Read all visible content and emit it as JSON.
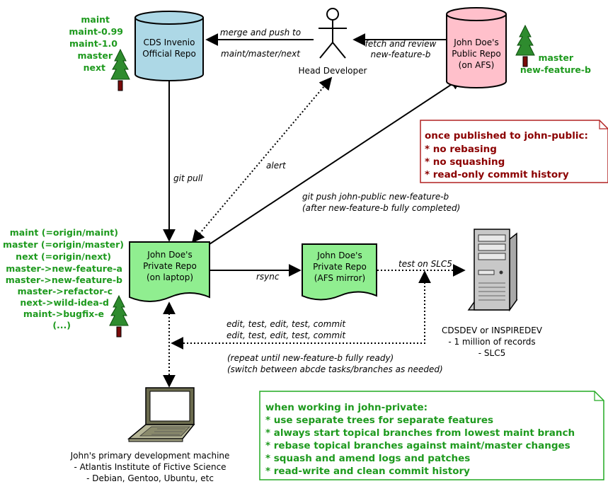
{
  "nodes": {
    "official_repo": {
      "line1": "CDS Invenio",
      "line2": "Official Repo"
    },
    "public_repo": {
      "line1": "John Doe's",
      "line2": "Public Repo",
      "line3": "(on AFS)"
    },
    "private_repo": {
      "line1": "John Doe's",
      "line2": "Private Repo",
      "line3": "(on laptop)"
    },
    "afs_mirror": {
      "line1": "John Doe's",
      "line2": "Private Repo",
      "line3": "(AFS mirror)"
    },
    "head_developer": {
      "label": "Head Developer"
    },
    "server": {
      "line1": "CDSDEV or INSPIREDEV",
      "line2": "- 1 million of records",
      "line3": "- SLC5"
    },
    "laptop": {
      "line1": "John's primary development machine",
      "line2": "- Atlantis Institute of Fictive Science",
      "line3": "- Debian, Gentoo, Ubuntu, etc"
    }
  },
  "branches": {
    "official": [
      "maint",
      "maint-0.99",
      "maint-1.0",
      "master",
      "next"
    ],
    "public": [
      "master",
      "new-feature-b"
    ],
    "private": [
      "maint (=origin/maint)",
      "master (=origin/master)",
      "next (=origin/next)",
      "master->new-feature-a",
      "master->new-feature-b",
      "master->refactor-c",
      "next->wild-idea-d",
      "maint->bugfix-e",
      "(...)"
    ]
  },
  "edges": {
    "merge_push": {
      "line1": "merge and push to",
      "line2": "maint/master/next"
    },
    "fetch_review": {
      "line1": "fetch and review",
      "line2": "new-feature-b"
    },
    "git_pull": "git pull",
    "alert": "alert",
    "git_push": {
      "line1": "git push john-public new-feature-b",
      "line2": "(after new-feature-b fully completed)"
    },
    "rsync": "rsync",
    "test_slc5": "test on SLC5",
    "edit_cycle": {
      "line1": "edit, test, edit, test, commit",
      "line2": "edit, test, edit, test, commit"
    },
    "repeat": {
      "line1": "(repeat until new-feature-b fully ready)",
      "line2": "(switch between abcde tasks/branches as needed)"
    }
  },
  "notes": {
    "public_rules": {
      "title": "once published to john-public:",
      "items": [
        "* no rebasing",
        "* no squashing",
        "* read-only commit history"
      ]
    },
    "private_rules": {
      "title": "when working in john-private:",
      "items": [
        "* use separate trees for separate features",
        "* always start topical branches from lowest maint branch",
        "* rebase topical branches against maint/master changes",
        "* squash and amend logs and patches",
        "* read-write and clean commit history"
      ]
    }
  },
  "colors": {
    "official_repo_fill": "#add8e6",
    "public_repo_fill": "#ffc0cb",
    "private_repo_fill": "#90ee90",
    "branch_text": "#1e9a1e",
    "public_note_text": "#8b0000",
    "public_note_border": "#b22222",
    "private_note_border": "#22aa22"
  },
  "icons": {
    "tree": "tree-icon",
    "person": "stick-figure-icon",
    "server": "server-tower-icon",
    "laptop": "laptop-icon"
  }
}
